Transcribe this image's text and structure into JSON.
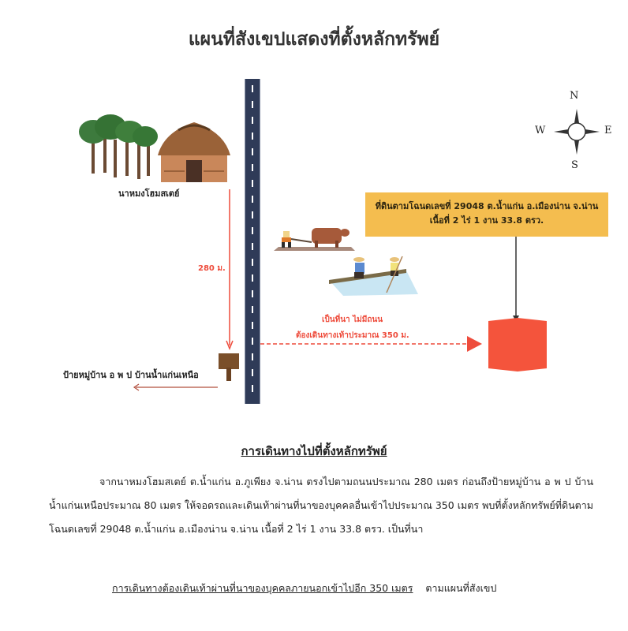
{
  "title": "แผนที่สังเขปแสดงที่ตั้งหลักทรัพย์",
  "map": {
    "start_label": "นาหมงโฮมสเตย์",
    "distance_road_label": "280 ม.",
    "village_sign_label": "ป้ายหมู่บ้าน อ พ ป บ้านน้ำแก่นเหนือ",
    "land_box": {
      "line1": "ที่ดินตามโฉนดเลขที่ 29048 ต.น้ำแก่น อ.เมืองน่าน จ.น่าน",
      "line2": "เนื้อที่ 2 ไร่ 1 งาน 33.8 ตรว."
    },
    "walk_note": {
      "line1": "เป็นที่นา ไม่มีถนน",
      "line2": "ต้องเดินทางเท้าประมาณ 350 ม."
    },
    "compass": {
      "n": "N",
      "s": "S",
      "e": "E",
      "w": "W"
    },
    "colors": {
      "road": "#2f3b58",
      "arrow_red": "#ee4c3c",
      "land_box": "#f4bd4f",
      "property": "#f4543c",
      "sign": "#7a4f2a"
    }
  },
  "directions": {
    "heading": "การเดินทางไปที่ตั้งหลักทรัพย์",
    "paragraph": "จากนาหมงโฮมสเตย์   ต.น้ำแก่น อ.ภูเพียง จ.น่าน  ตรงไปตามถนนประมาณ  280  เมตร  ก่อนถึงป้ายหมู่บ้าน อ พ ป บ้านน้ำแก่นเหนือประมาณ  80  เมตร  ให้จอดรถและเดินเท้าผ่านที่นาของบุคคลอื่นเข้าไปประมาณ 350 เมตร   พบที่ตั้งหลักทรัพย์ที่ดินตามโฉนดเลขที่   29048    ต.น้ำแก่น  อ.เมืองน่าน  จ.น่าน  เนื้อที่  2  ไร่  1  งาน 33.8 ตรว.  เป็นที่นา",
    "footer_underlined": "การเดินทางต้องเดินเท้าผ่านที่นาของบุคคลภายนอกเข้าไปอีก  350 เมตร",
    "footer_tail": "ตามแผนที่สังเขป"
  }
}
